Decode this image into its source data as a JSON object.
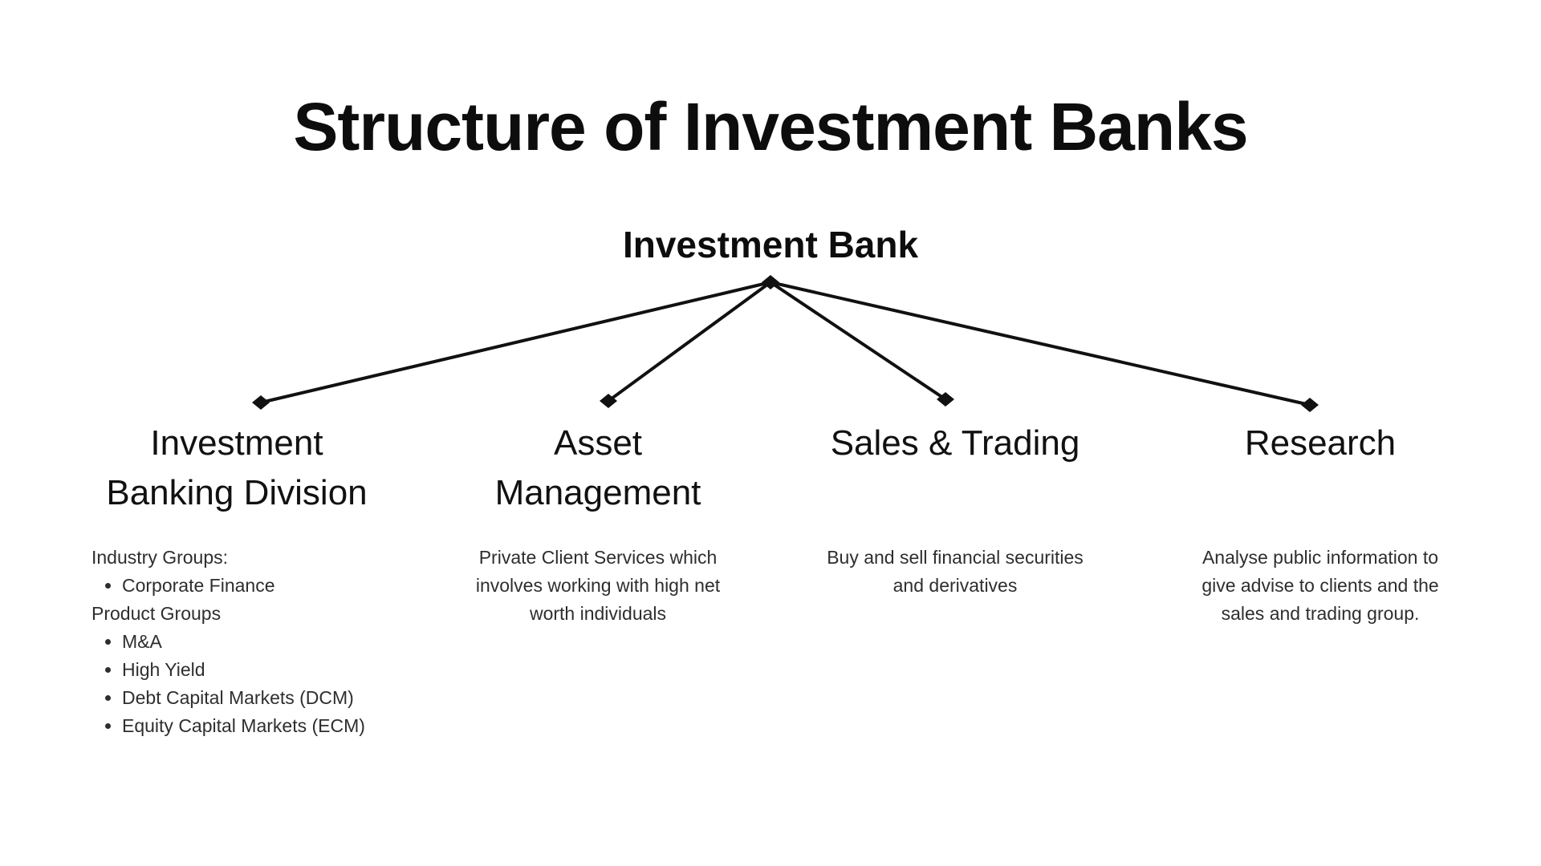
{
  "title": "Structure of Investment Banks",
  "root_label": "Investment Bank",
  "branches": {
    "ibd": {
      "name_line1": "Investment",
      "name_line2": "Banking Division",
      "industry_heading": "Industry Groups:",
      "industry_items": [
        "Corporate Finance"
      ],
      "product_heading": "Product Groups",
      "product_items": [
        "M&A",
        "High Yield",
        "Debt Capital Markets (DCM)",
        "Equity Capital Markets (ECM)"
      ]
    },
    "asset": {
      "name_line1": "Asset",
      "name_line2": "Management",
      "desc_lines": [
        "Private Client Services which",
        "involves working with high net",
        "worth individuals"
      ]
    },
    "sales": {
      "name": "Sales & Trading",
      "desc_lines": [
        "Buy and sell financial securities",
        "and derivatives"
      ]
    },
    "research": {
      "name": "Research",
      "desc_lines": [
        "Analyse public information to",
        "give advise to clients and the",
        "sales and trading group."
      ]
    }
  },
  "colors": {
    "background": "#ffffff",
    "line": "#111111",
    "title_text": "#0d0d0d",
    "body_text": "#2e2e2e"
  }
}
